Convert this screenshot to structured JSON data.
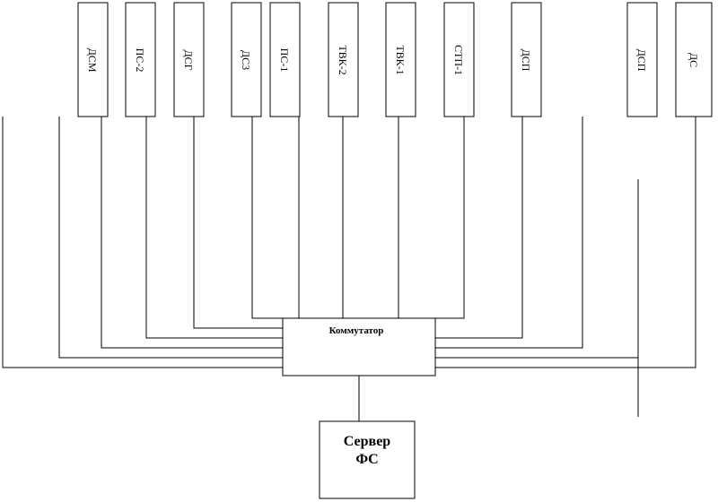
{
  "devices": [
    {
      "id": "dsm",
      "label": "ДСМ"
    },
    {
      "id": "ps2",
      "label": "ПС-2"
    },
    {
      "id": "dsg",
      "label": "ДСГ"
    },
    {
      "id": "ds3",
      "label": "ДС3"
    },
    {
      "id": "ps1",
      "label": "ПС-1"
    },
    {
      "id": "tvk2",
      "label": "ТВК-2"
    },
    {
      "id": "tvk1",
      "label": "ТВК-1"
    },
    {
      "id": "stp1",
      "label": "СТП-1"
    },
    {
      "id": "dsp1",
      "label": "ДСП"
    },
    {
      "id": "dsp2",
      "label": "ДСП"
    },
    {
      "id": "ds",
      "label": "ДС"
    }
  ],
  "switch": {
    "label": "Коммутатор"
  },
  "server": {
    "line1": "Сервер",
    "line2": "ФС"
  },
  "colors": {
    "stroke": "#000000",
    "background": "#ffffff"
  }
}
